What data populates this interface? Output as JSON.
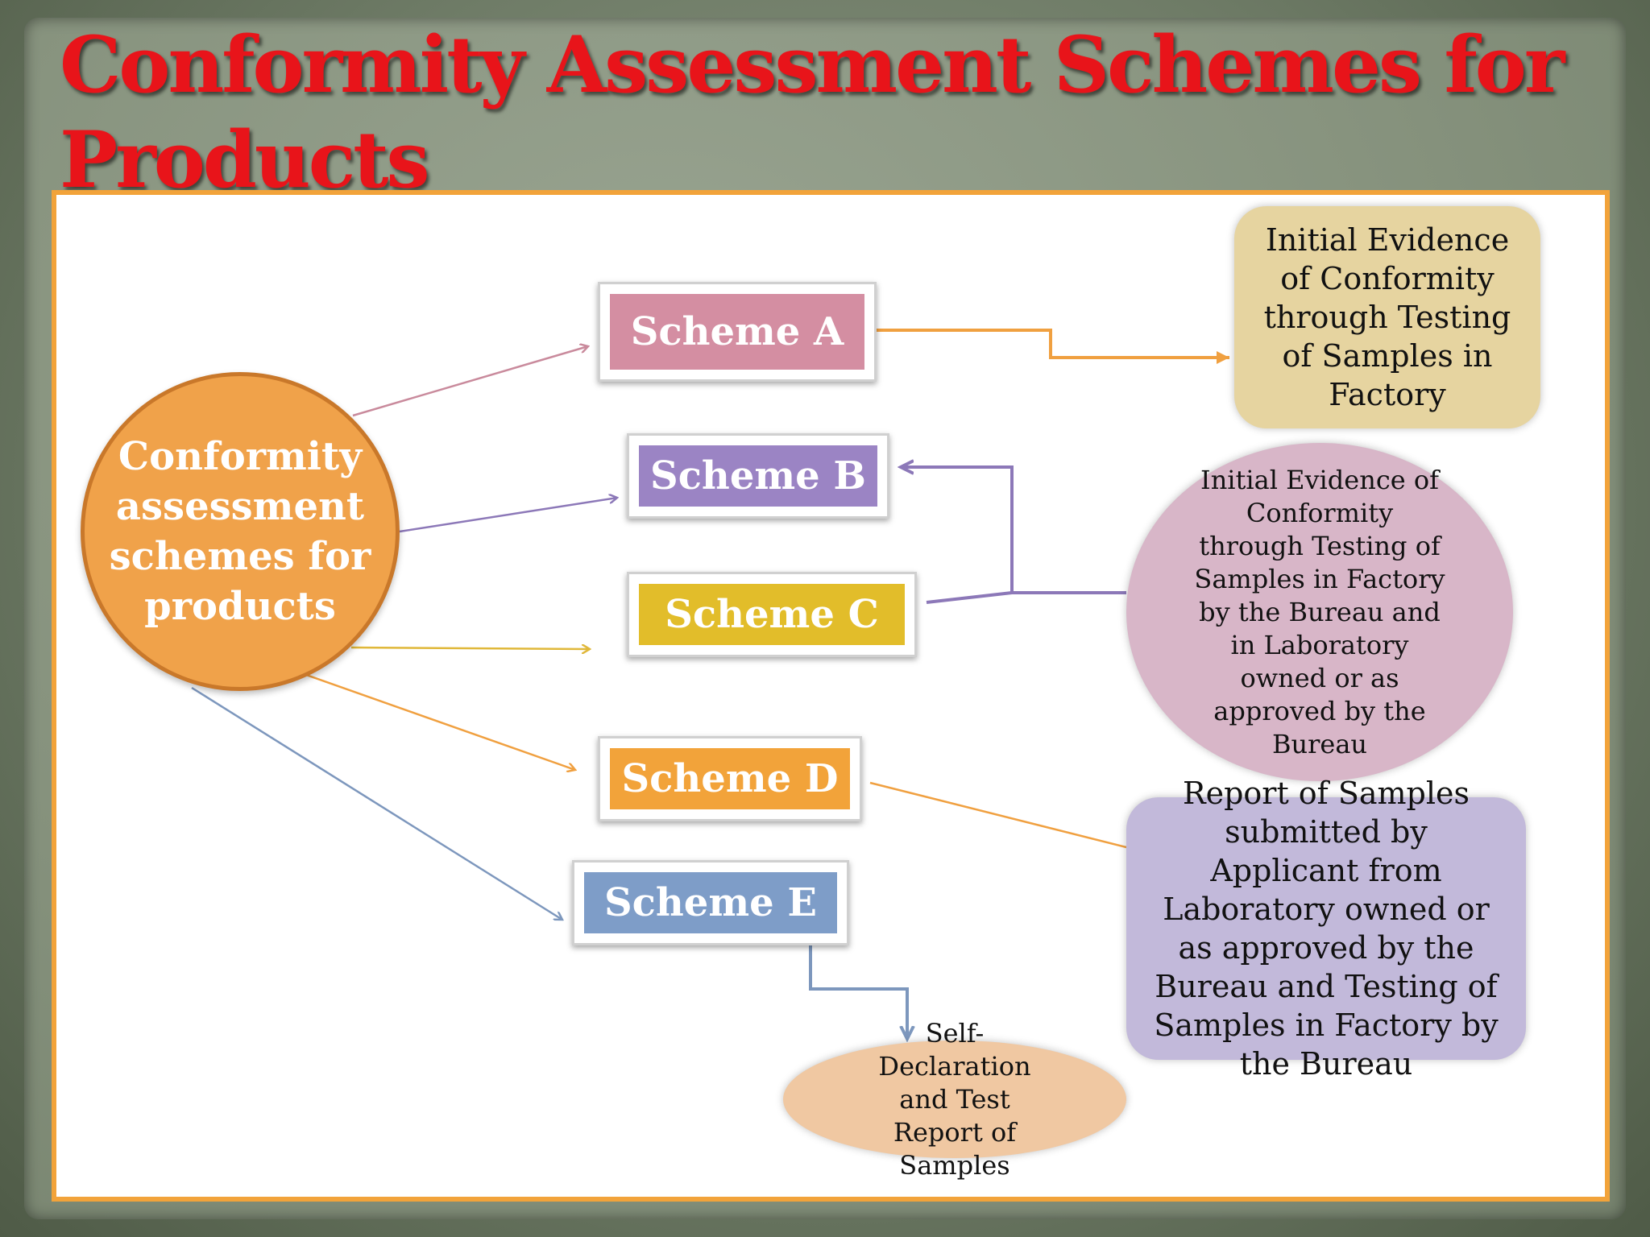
{
  "title": "Conformity Assessment Schemes for Products",
  "hub": {
    "label": "Conformity assessment schemes for products",
    "color": "#f0a24a"
  },
  "schemes": [
    {
      "id": "a",
      "label": "Scheme A",
      "color": "#d48ea2"
    },
    {
      "id": "b",
      "label": "Scheme B",
      "color": "#9b84c4"
    },
    {
      "id": "c",
      "label": "Scheme C",
      "color": "#e2bd2a"
    },
    {
      "id": "d",
      "label": "Scheme D",
      "color": "#f2a33a"
    },
    {
      "id": "e",
      "label": "Scheme E",
      "color": "#7e9dc8"
    }
  ],
  "results": {
    "a": "Initial Evidence of Conformity through Testing of Samples in Factory",
    "bc": "Initial Evidence of Conformity through Testing of Samples in Factory by the Bureau and in Laboratory owned or as approved by the Bureau",
    "d": "Report of Samples submitted by Applicant from Laboratory owned or as approved by the Bureau and Testing of Samples in Factory by the Bureau",
    "e": "Self-Declaration and Test Report of Samples"
  },
  "colors": {
    "title": "#e8141a",
    "frame": "#f2a33a",
    "wire_a": "#c98a9c",
    "wire_b": "#8c78b8",
    "wire_c": "#e0b83a",
    "wire_d": "#f0a040",
    "wire_e": "#7d97bd"
  }
}
